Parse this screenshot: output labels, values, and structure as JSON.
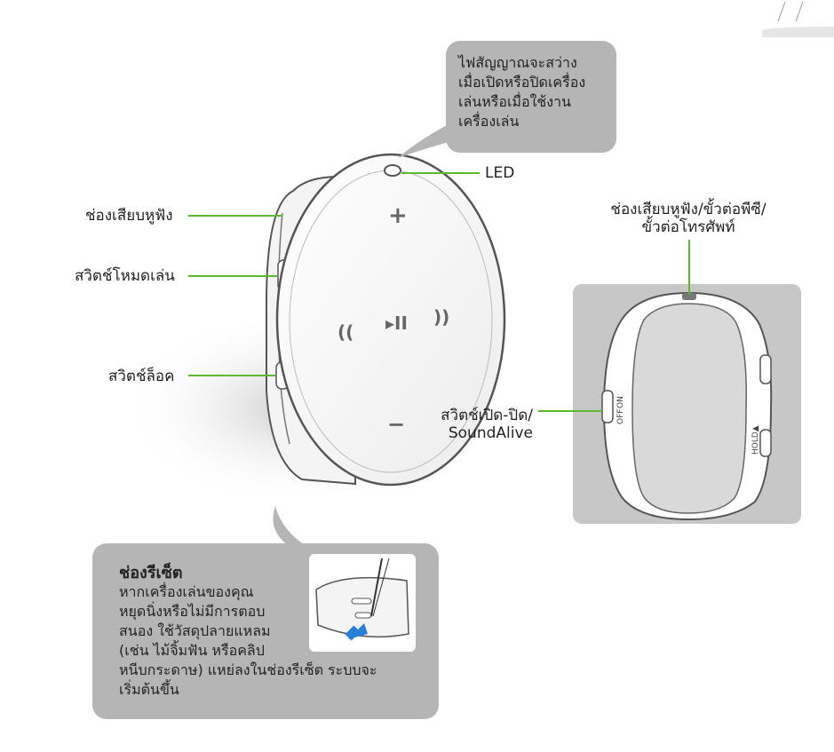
{
  "callout_led": {
    "lines": [
      "ไฟสัญญาณจะสว่าง",
      "เมื่อเปิดหรือปิดเครื่อง",
      "เล่นหรือเมื่อใช้งาน",
      "เครื่องเล่น"
    ]
  },
  "labels": {
    "led": "LED",
    "headphone_jack": "ช่องเสียบหูฟัง",
    "play_mode_switch": "สวิตช์โหมดเล่น",
    "lock_switch": "สวิตช์ล็อค",
    "top_port_line1": "ช่องเสียบหูฟัง/ขั้วต่อพีซี/",
    "top_port_line2": "ขั้วต่อโทรศัพท์",
    "power_switch_line1": "สวิตช์เปิด-ปิด/",
    "power_switch_line2": "SoundAlive"
  },
  "device_front": {
    "plus": "+",
    "minus": "−",
    "prev": "((",
    "play_pause": "▸II",
    "next": "))"
  },
  "device_back": {
    "off": "OFF",
    "on": "ON",
    "hold": "HOLD▲"
  },
  "reset_box": {
    "title": "ช่องรีเซ็ต",
    "lines": [
      "หากเครื่องเล่นของคุณ",
      "หยุดนิ่งหรือไม่มีการตอบ",
      "สนอง ใช้วัสดุปลายแหลม",
      "(เช่น ไม้จิ้มฟัน หรือคลิป",
      "หนีบกระดาษ) แหย่ลงในช่องรีเซ็ต  ระบบจะ",
      "เริ่มต้นขึ้น"
    ]
  },
  "colors": {
    "leader_line": "#5cb82e",
    "callout_bg": "#b5b5b5",
    "device_outline": "#555555"
  }
}
